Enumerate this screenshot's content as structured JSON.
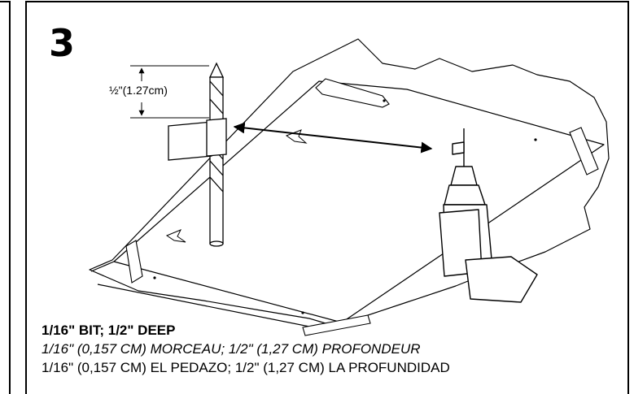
{
  "step": {
    "number": "3"
  },
  "dimension": {
    "label": "½\"(1.27cm)"
  },
  "instructions": {
    "english": "1/16\" BIT; 1/2\" DEEP",
    "french": "1/16\" (0,157 CM) MORCEAU; 1/2\" (1,27 CM) PROFONDEUR",
    "spanish": "1/16\" (0,157 CM) EL PEDAZO; 1/2\" (1,27 CM) LA PROFUNDIDAD"
  },
  "colors": {
    "ink": "#000000",
    "paper": "#ffffff"
  }
}
